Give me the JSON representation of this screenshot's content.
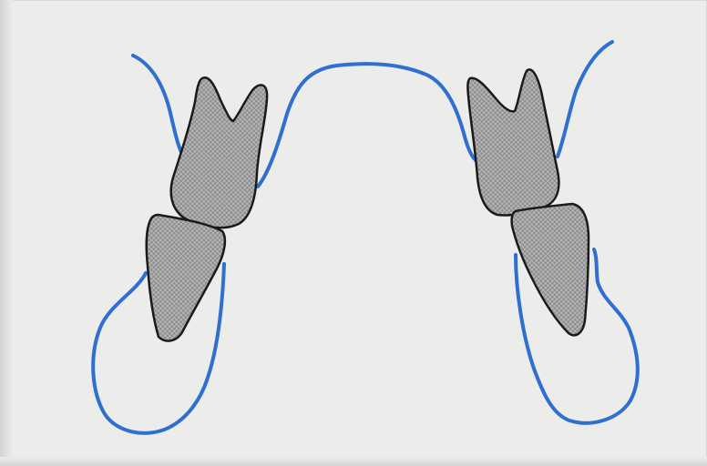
{
  "diagram": {
    "colors": {
      "background": "#ececea",
      "gingiva_outline": "#2f6fd0",
      "tooth_outline": "#1a1a1a",
      "tooth_fill": "#a9a9a9"
    },
    "elements": [
      "gingiva-outline-upper",
      "gingiva-outline-lower-left",
      "gingiva-outline-lower-right",
      "upper-left-molar",
      "lower-left-molar",
      "upper-right-molar",
      "lower-right-molar"
    ]
  }
}
